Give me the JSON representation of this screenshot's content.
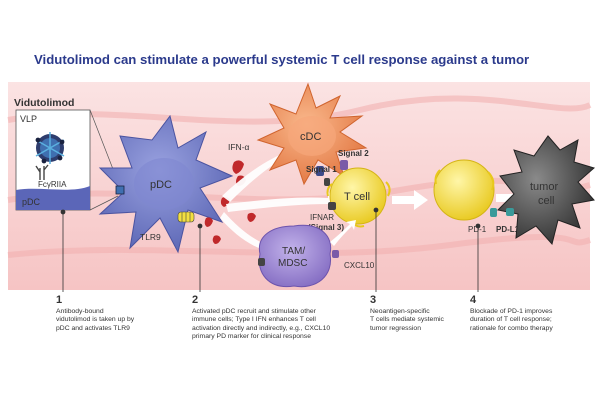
{
  "title": "Vidutolimod can stimulate a powerful systemic T cell response against a tumor",
  "labels": {
    "vidutolimod": "Vidutolimod",
    "vlp": "VLP",
    "fcgriia": "FcγRIIA",
    "pdc_inset": "pDC",
    "pdc": "pDC",
    "tlr9": "TLR9",
    "ifn_alpha": "IFN-α",
    "cdc": "cDC",
    "signal1": "Signal 1",
    "signal2": "Signal 2",
    "tcell": "T cell",
    "ifnar": "IFNAR",
    "signal3": "(Signal 3)",
    "tam": "TAM/",
    "mdsc": "MDSC",
    "cxcl10": "CXCL10",
    "pd1": "PD-1",
    "pdl1": "PD-L1",
    "tumor": "tumor",
    "cell": "cell"
  },
  "steps": [
    {
      "num": "1",
      "text": "Antibody-bound\nvidutolimod is taken up by\npDC and activates TLR9"
    },
    {
      "num": "2",
      "text": "Activated pDC recruit and stimulate other\nimmune cells; Type I IFN enhances T cell\nactivation directly and indirectly, e.g., CXCL10\nprimary PD marker for clinical response"
    },
    {
      "num": "3",
      "text": "Neoantigen-specific\nT cells mediate systemic\ntumor regression"
    },
    {
      "num": "4",
      "text": "Blockade of PD-1 improves\nduration of T cell response;\nrationale for combo therapy"
    }
  ],
  "colors": {
    "title": "#2b3a8c",
    "pdc": "#6f79c4",
    "cdc": "#f08a54",
    "tcell": "#f3df3f",
    "tam": "#9a82cf",
    "tumor": "#4a4a4a",
    "background": "#f7c9c9",
    "signal3": "#c0292b"
  }
}
